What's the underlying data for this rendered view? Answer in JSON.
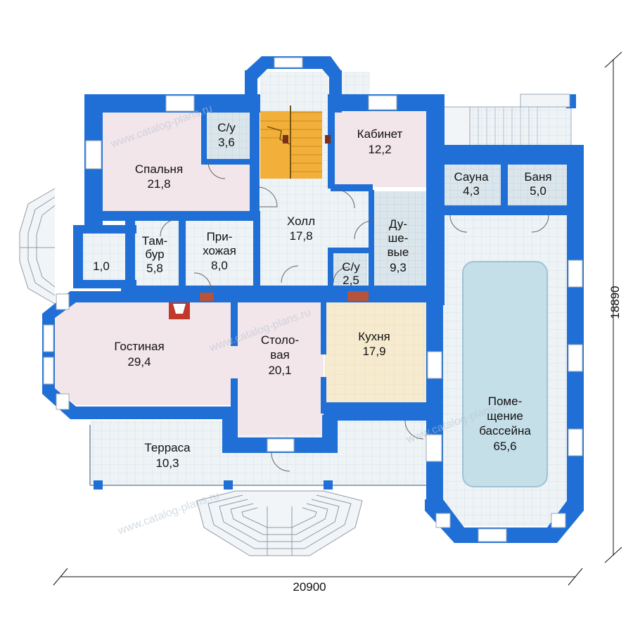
{
  "colors": {
    "wall": "#1f6fd6",
    "room_pink": "#f3e6ea",
    "tile_light": "#eef3f6",
    "wet_room": "#dbe6ec",
    "kitchen": "#f6ebcf",
    "stairs": "#f2b03a",
    "pool_water": "#c5dfe9",
    "terrace": "#eef3f6"
  },
  "rooms": [
    {
      "id": "spalnya",
      "lines": [
        "Спальня",
        "21,8"
      ],
      "fill": "room_pink"
    },
    {
      "id": "su1",
      "lines": [
        "С/у",
        "3,6"
      ],
      "fill": "wet_room"
    },
    {
      "id": "kabinet",
      "lines": [
        "Кабинет",
        "12,2"
      ],
      "fill": "room_pink"
    },
    {
      "id": "sauna",
      "lines": [
        "Сауна",
        "4,3"
      ],
      "fill": "wet_room"
    },
    {
      "id": "banya",
      "lines": [
        "Баня",
        "5,0"
      ],
      "fill": "wet_room"
    },
    {
      "id": "holl",
      "lines": [
        "Холл",
        "17,8"
      ],
      "fill": "tile_light"
    },
    {
      "id": "dushevye",
      "lines": [
        "Ду-",
        "ше-",
        "вые",
        "9,3"
      ],
      "fill": "wet_room"
    },
    {
      "id": "tambur",
      "lines": [
        "Там-",
        "бур",
        "5,8"
      ],
      "fill": "tile_light"
    },
    {
      "id": "prihozhaya",
      "lines": [
        "При-",
        "хожая",
        "8,0"
      ],
      "fill": "tile_light"
    },
    {
      "id": "vestibule",
      "lines": [
        "1,0"
      ],
      "fill": "tile_light"
    },
    {
      "id": "su2",
      "lines": [
        "С/у",
        "2,5"
      ],
      "fill": "wet_room"
    },
    {
      "id": "gostinaya",
      "lines": [
        "Гостиная",
        "29,4"
      ],
      "fill": "room_pink"
    },
    {
      "id": "stolovaya",
      "lines": [
        "Столо-",
        "вая",
        "20,1"
      ],
      "fill": "room_pink"
    },
    {
      "id": "kuhnya",
      "lines": [
        "Кухня",
        "17,9"
      ],
      "fill": "kitchen"
    },
    {
      "id": "terrasa",
      "lines": [
        "Терраса",
        "10,3"
      ],
      "fill": "terrace"
    },
    {
      "id": "bassein",
      "lines": [
        "Поме-",
        "щение",
        "бассейна",
        "65,6"
      ],
      "fill": "tile_light"
    }
  ],
  "dimensions": {
    "width": "20900",
    "height": "18890"
  },
  "watermark": "www.catalog-plans.ru"
}
